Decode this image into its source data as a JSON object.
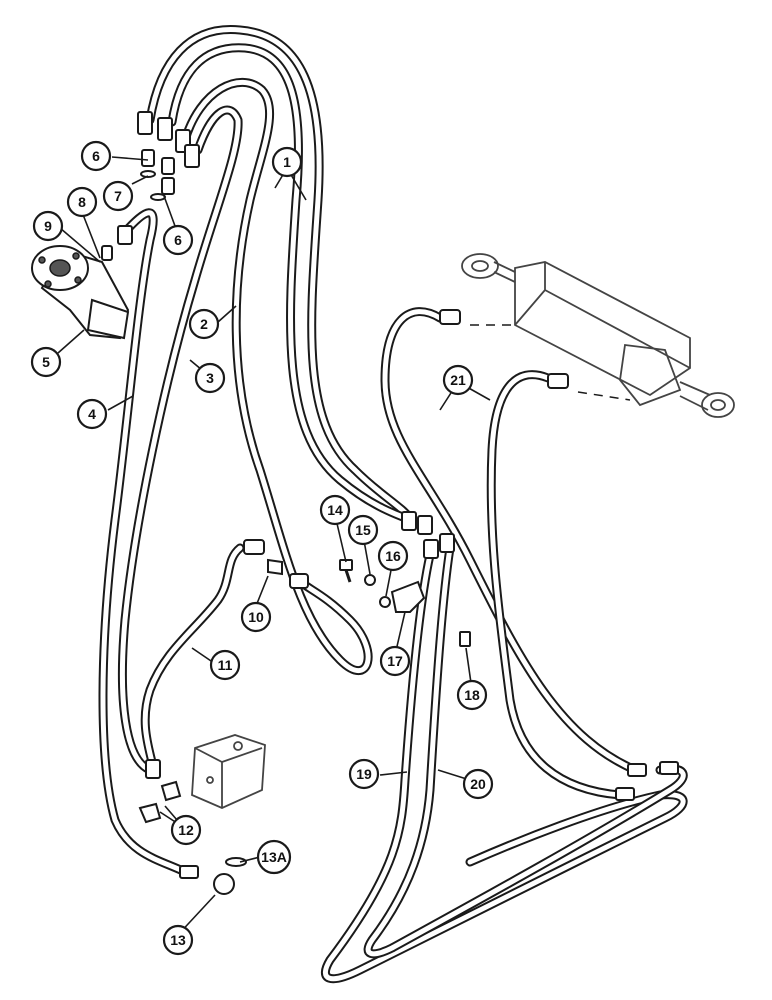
{
  "callouts": [
    {
      "id": "c1",
      "label": "1"
    },
    {
      "id": "c2",
      "label": "2"
    },
    {
      "id": "c3",
      "label": "3"
    },
    {
      "id": "c4",
      "label": "4"
    },
    {
      "id": "c5",
      "label": "5"
    },
    {
      "id": "c6a",
      "label": "6"
    },
    {
      "id": "c6b",
      "label": "6"
    },
    {
      "id": "c7",
      "label": "7"
    },
    {
      "id": "c8",
      "label": "8"
    },
    {
      "id": "c9",
      "label": "9"
    },
    {
      "id": "c10",
      "label": "10"
    },
    {
      "id": "c11",
      "label": "11"
    },
    {
      "id": "c12",
      "label": "12"
    },
    {
      "id": "c13",
      "label": "13"
    },
    {
      "id": "c13a",
      "label": "13A"
    },
    {
      "id": "c14",
      "label": "14"
    },
    {
      "id": "c15",
      "label": "15"
    },
    {
      "id": "c16",
      "label": "16"
    },
    {
      "id": "c17",
      "label": "17"
    },
    {
      "id": "c18",
      "label": "18"
    },
    {
      "id": "c19",
      "label": "19"
    },
    {
      "id": "c20",
      "label": "20"
    },
    {
      "id": "c21",
      "label": "21"
    }
  ]
}
